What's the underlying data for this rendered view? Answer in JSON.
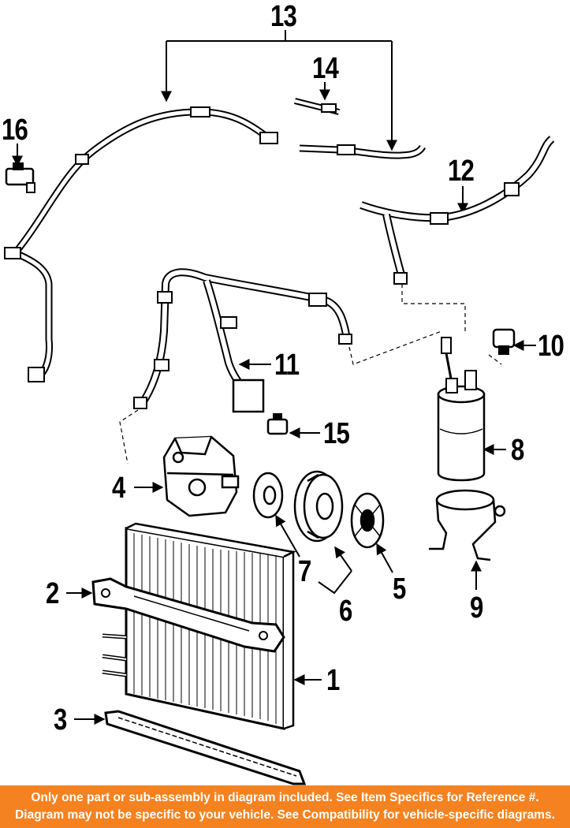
{
  "callouts": {
    "c1": "1",
    "c2": "2",
    "c3": "3",
    "c4": "4",
    "c5": "5",
    "c6": "6",
    "c7": "7",
    "c8": "8",
    "c9": "9",
    "c10": "10",
    "c11": "11",
    "c12": "12",
    "c13": "13",
    "c14": "14",
    "c15": "15",
    "c16": "16"
  },
  "notice": {
    "line1": "Only one part or sub-assembly in diagram included. See Item Specifics for Reference #.",
    "line2": "Diagram may not be specific to your vehicle. See Compatibility for vehicle-specific diagrams."
  },
  "colors": {
    "banner": "#f58220",
    "banner_text": "#ffffff",
    "line_art": "#000000"
  }
}
